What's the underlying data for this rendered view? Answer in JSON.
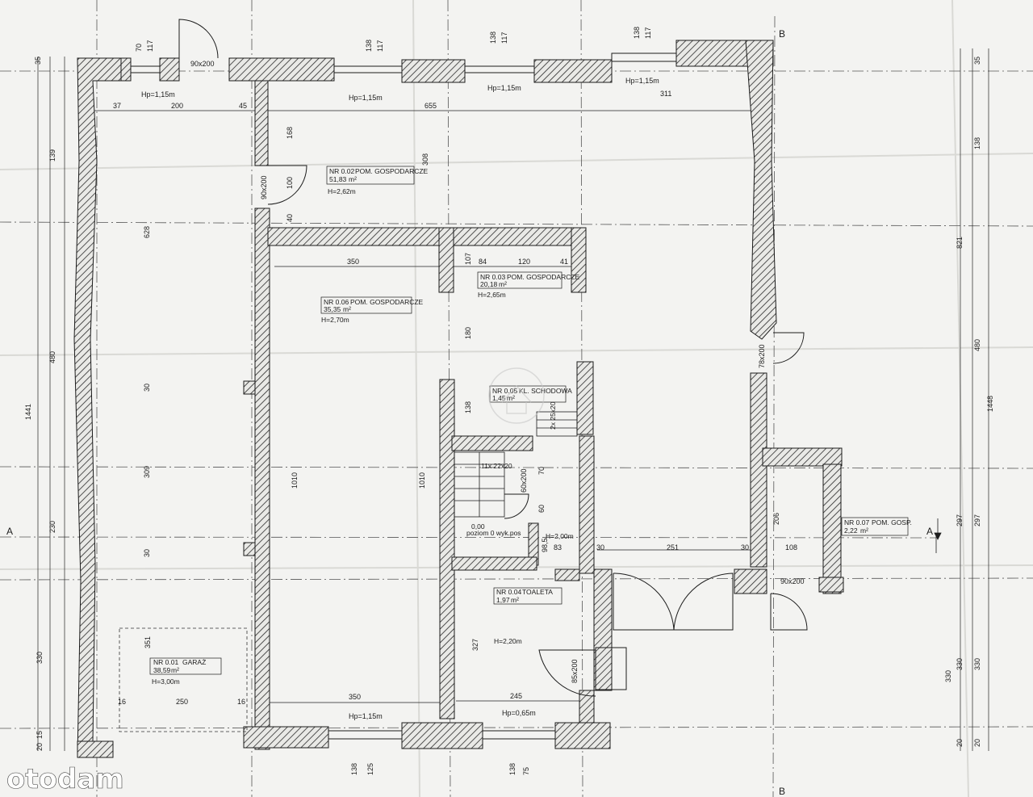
{
  "colors": {
    "paper": "#f3f3f1",
    "ink": "#1c1c1c",
    "hatch": "#2a2a2a",
    "watermark": "#ffffff"
  },
  "watermark": "otodam",
  "section_marks": {
    "a_left": "A",
    "a_right": "A",
    "b_top": "B",
    "b_bottom": "B"
  },
  "rooms": [
    {
      "nr": "NR 0.01",
      "name": "GARAŻ",
      "area": "38,59",
      "unit": "m²",
      "height": "H=3,00m"
    },
    {
      "nr": "NR 0.02",
      "name": "POM. GOSPODARCZE",
      "area": "51,83",
      "unit": "m²",
      "height": "H=2,62m"
    },
    {
      "nr": "NR 0.03",
      "name": "POM. GOSPODARCZE",
      "area": "20,18",
      "unit": "m²",
      "height": "H=2,65m"
    },
    {
      "nr": "NR 0.04",
      "name": "TOALETA",
      "area": "1,97",
      "unit": "m²",
      "height": "H=2,20m"
    },
    {
      "nr": "NR 0.05",
      "name": "KL. SCHODOWA",
      "area": "1,45",
      "unit": "m²",
      "height": "H=2,00m"
    },
    {
      "nr": "NR 0.06",
      "name": "POM. GOSPODARCZE",
      "area": "35,35",
      "unit": "m²",
      "height": "H=2,70m"
    },
    {
      "nr": "NR 0.07",
      "name": "POM. GOSP.",
      "area": "2,22",
      "unit": "m²",
      "height": ""
    }
  ],
  "window_heights": {
    "hp_115": "Hp=1,15m",
    "hp_065": "Hp=0,65m"
  },
  "doors": {
    "d90x200": "90x200",
    "d78x200": "78x200",
    "d85x200": "85x200",
    "d60x200": "60x200"
  },
  "stairs": {
    "steps": "11x 22x20",
    "level": "0,00",
    "level_label": "poziom 0 wyk.pos",
    "small_step": "2x 25x20"
  },
  "dims": {
    "d70": "70",
    "d117": "117",
    "d35": "35",
    "d138": "138",
    "d125": "125",
    "d75": "75",
    "d37": "37",
    "d200": "200",
    "d45": "45",
    "d655": "655",
    "d311": "311",
    "d168": "168",
    "d308": "308",
    "d100": "100",
    "d40": "40",
    "d139": "139",
    "d628": "628",
    "d480": "480",
    "d1441": "1441",
    "d30": "30",
    "d309": "309",
    "d230": "230",
    "d330": "330",
    "d20": "20",
    "d15": "15",
    "d350": "350",
    "d1010": "1010",
    "d107": "107",
    "d84": "84",
    "d120": "120",
    "d41": "41",
    "d180": "180",
    "d138b": "138",
    "d821": "821",
    "d1448": "1448",
    "d297": "297",
    "d206": "206",
    "d108": "108",
    "d251": "251",
    "d83": "83",
    "d985": "98,5",
    "d60": "60",
    "d245": "245",
    "d327": "327",
    "d351": "351",
    "d250": "250",
    "d16": "16"
  }
}
